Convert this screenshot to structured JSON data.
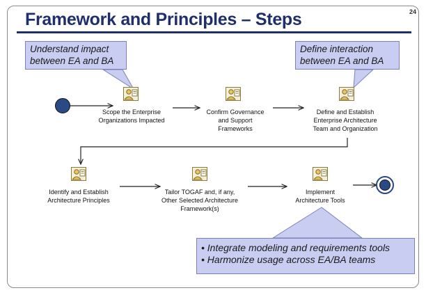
{
  "slide": {
    "title": "Framework and Principles – Steps",
    "page_number": "24"
  },
  "callouts": {
    "top_left": "Understand impact\nbetween EA and BA",
    "top_right": "Define interaction\nbetween EA and BA",
    "bottom": [
      "• Integrate modeling and requirements tools",
      "• Harmonize usage across EA/BA teams"
    ]
  },
  "steps": [
    "Scope the Enterprise\nOrganizations Impacted",
    "Confirm Governance\nand Support\nFrameworks",
    "Define and Establish\nEnterprise Architecture\nTeam and Organization",
    "Identify and Establish\nArchitecture Principles",
    "Tailor TOGAF and, if any,\nOther Selected Architecture\nFramework(s)",
    "Implement\nArchitecture Tools"
  ],
  "colors": {
    "title": "#1f2f6b",
    "callout_fill": "#c9cdf1",
    "start_node": "#2a4a86",
    "end_node": "#2a4a86",
    "icon": "step-worker-icon"
  }
}
